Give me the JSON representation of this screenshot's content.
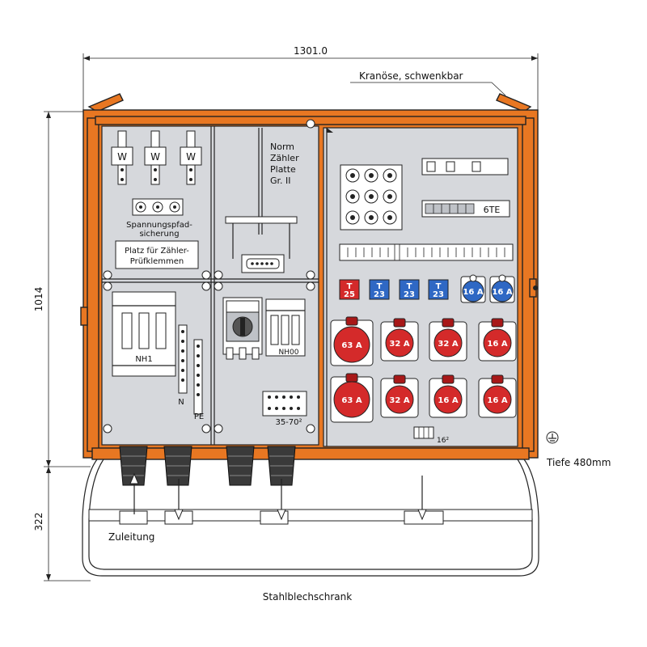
{
  "dimensions": {
    "width": "1301.0",
    "height_total": "1014",
    "height_base": "322",
    "depth": "Tiefe 480mm"
  },
  "labels": {
    "crane_eye": "Kranöse, schwenkbar",
    "meter_plate": [
      "Norm",
      "Zähler",
      "Platte",
      "Gr. II"
    ],
    "voltage_fuse": [
      "Spannungspfad-",
      "sicherung"
    ],
    "test_terminals": [
      "Platz für Zähler-",
      "Prüfklemmen"
    ],
    "w_label": "W",
    "nh1": "NH1",
    "nh00": "NH00",
    "n": "N",
    "pe": "PE",
    "terminal_range": "35-70²",
    "te6": "6TE",
    "degree16": "16²",
    "supply": "Zuleitung",
    "cabinet": "Stahlblechschrank"
  },
  "breakers": [
    {
      "letter": "T",
      "value": "25",
      "color": "#d42a2a"
    },
    {
      "letter": "T",
      "value": "23",
      "color": "#2f68c4"
    },
    {
      "letter": "T",
      "value": "23",
      "color": "#2f68c4"
    },
    {
      "letter": "T",
      "value": "23",
      "color": "#2f68c4"
    }
  ],
  "small_sockets": [
    {
      "label": "16 A",
      "color": "#2f68c4"
    },
    {
      "label": "16 A",
      "color": "#2f68c4"
    }
  ],
  "cee_sockets_row1": [
    {
      "label": "63 A",
      "color": "#d42a2a"
    },
    {
      "label": "32 A",
      "color": "#d42a2a"
    },
    {
      "label": "32 A",
      "color": "#d42a2a"
    },
    {
      "label": "16 A",
      "color": "#d42a2a"
    }
  ],
  "cee_sockets_row2": [
    {
      "label": "63 A",
      "color": "#d42a2a"
    },
    {
      "label": "32 A",
      "color": "#d42a2a"
    },
    {
      "label": "16 A",
      "color": "#d42a2a"
    },
    {
      "label": "16 A",
      "color": "#d42a2a"
    }
  ],
  "colors": {
    "enclosure": "#e87722",
    "panel": "#d6d8dc",
    "cee_red": "#d42a2a",
    "cee_blue": "#2f68c4"
  }
}
